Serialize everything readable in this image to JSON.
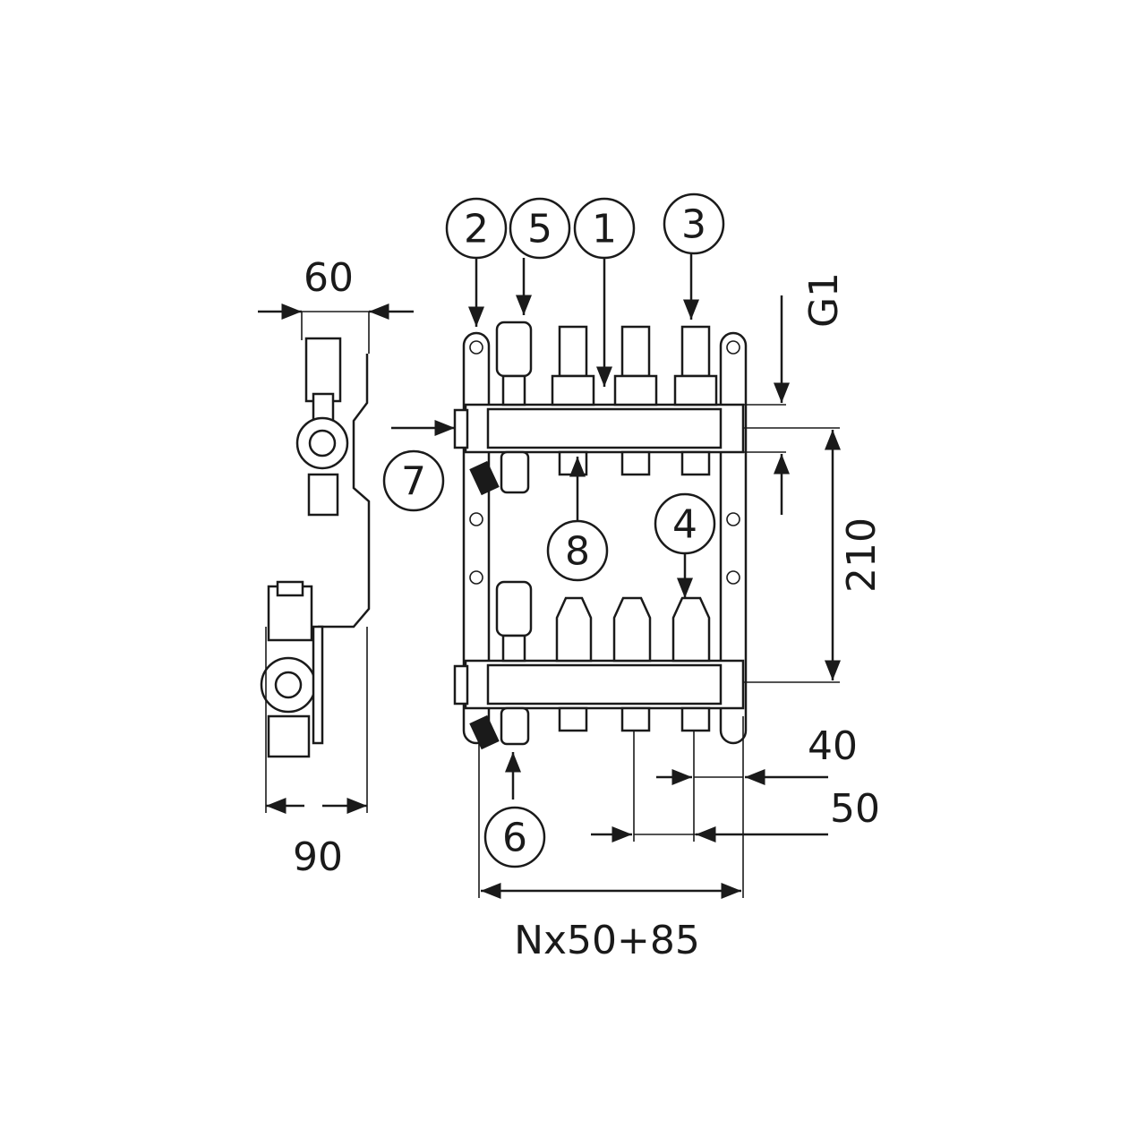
{
  "callouts": {
    "c1": "1",
    "c2": "2",
    "c3": "3",
    "c4": "4",
    "c5": "5",
    "c6": "6",
    "c7": "7",
    "c8": "8"
  },
  "dimensions": {
    "side_depth_top": "60",
    "side_depth_bottom": "90",
    "thread": "G1",
    "bar_spacing": "210",
    "outlet_spacing_a": "40",
    "outlet_spacing_b": "50",
    "total_width": "Nx50+85"
  },
  "colors": {
    "line": "#1a1a1a",
    "background": "#ffffff"
  }
}
